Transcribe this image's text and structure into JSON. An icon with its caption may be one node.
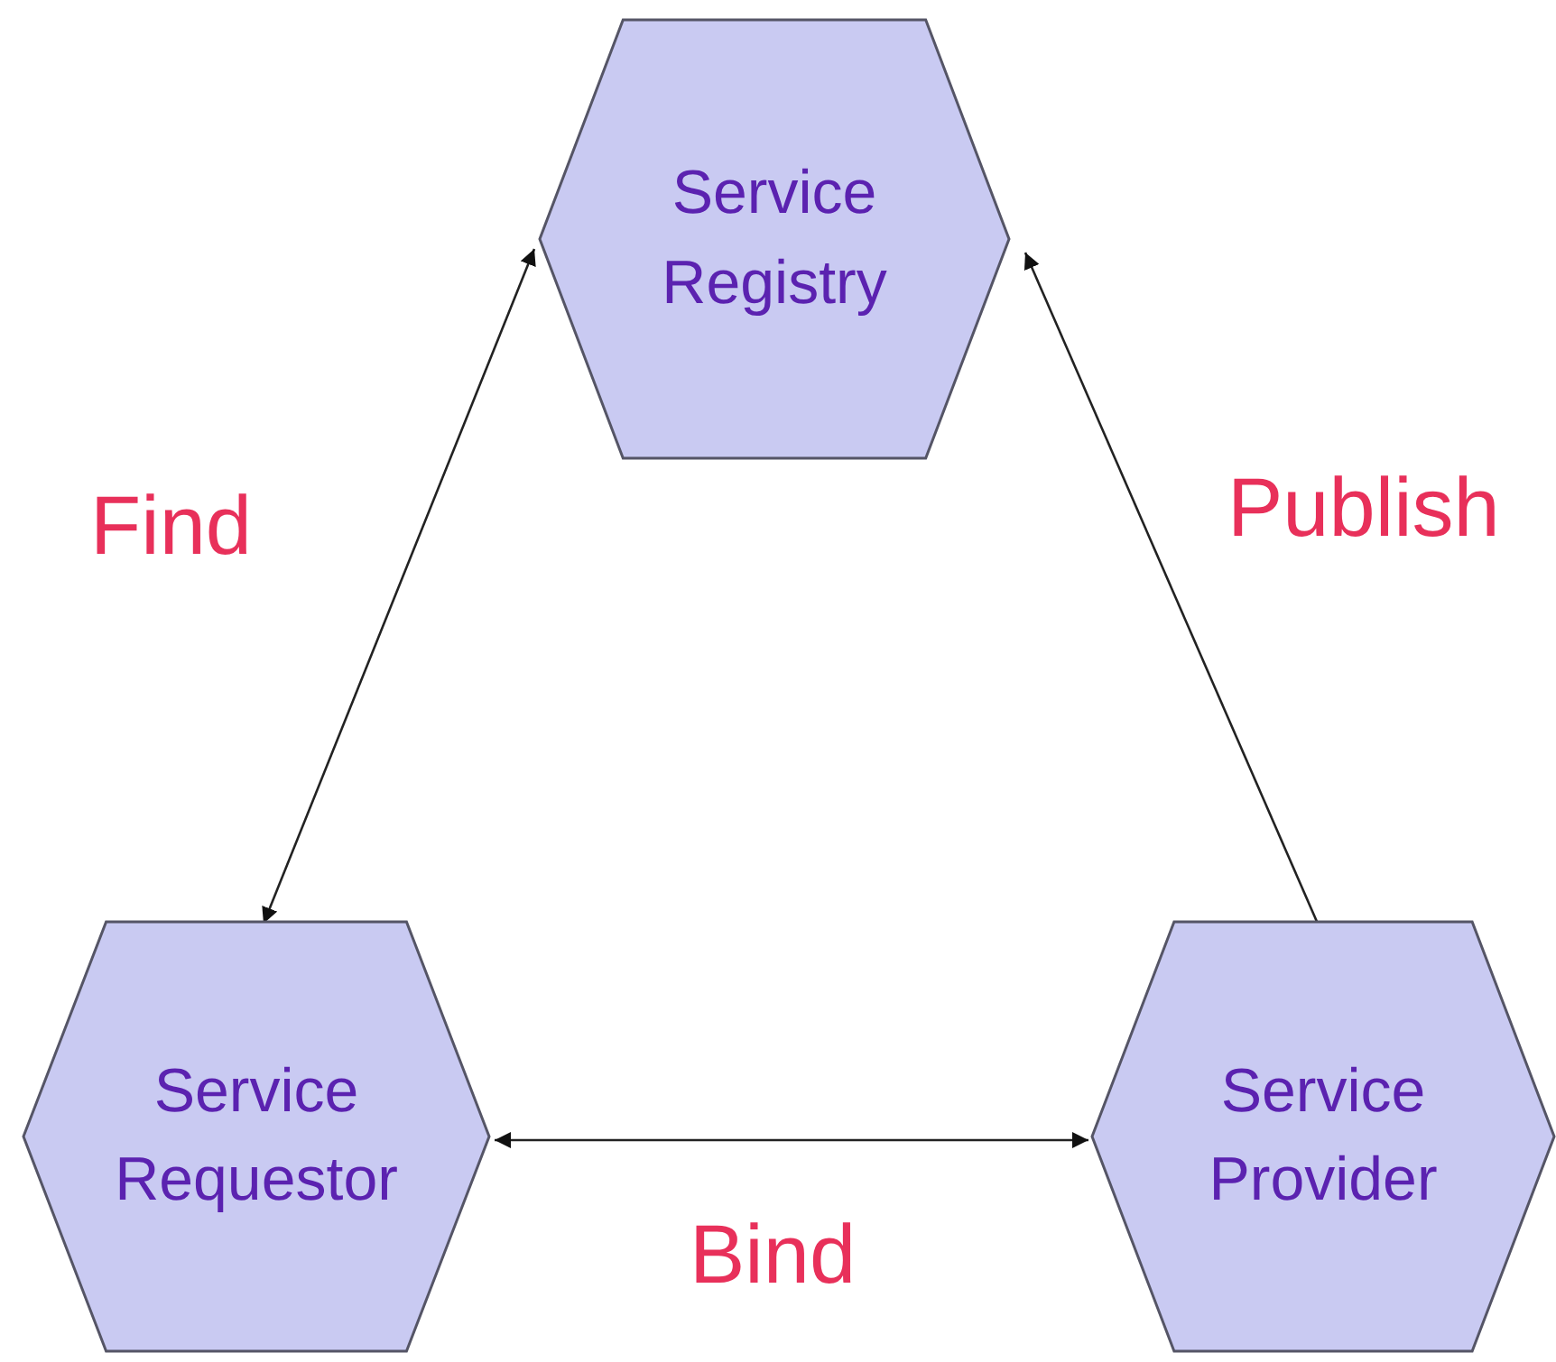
{
  "diagram": {
    "nodes": [
      {
        "text": [
          "Service Registry"
        ]
      },
      {
        "text": [
          "Service Requestor"
        ]
      },
      {
        "text": [
          "Service Provider"
        ]
      }
    ],
    "edges": [
      {
        "from": 0,
        "to": 1,
        "arrow": "both",
        "label": "Find"
      },
      {
        "from": 2,
        "to": 0,
        "arrow": "to",
        "label": "Publish"
      },
      {
        "from": 1,
        "to": 2,
        "arrow": "both",
        "label": "Bind"
      }
    ]
  }
}
